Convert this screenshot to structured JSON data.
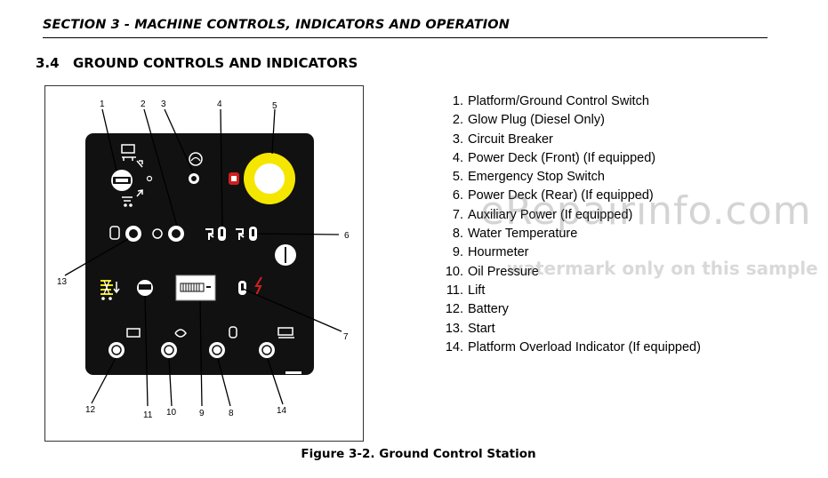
{
  "header": {
    "section": "SECTION 3 - MACHINE CONTROLS, INDICATORS AND OPERATION"
  },
  "section": {
    "number": "3.4",
    "title": "GROUND CONTROLS AND INDICATORS"
  },
  "legend": [
    {
      "num": "1.",
      "label": "Platform/Ground Control Switch"
    },
    {
      "num": "2.",
      "label": "Glow Plug (Diesel Only)"
    },
    {
      "num": "3.",
      "label": "Circuit Breaker"
    },
    {
      "num": "4.",
      "label": "Power Deck (Front) (If equipped)"
    },
    {
      "num": "5.",
      "label": "Emergency Stop Switch"
    },
    {
      "num": "6.",
      "label": "Power Deck (Rear) (If equipped)"
    },
    {
      "num": "7.",
      "label": "Auxiliary Power (If equipped)"
    },
    {
      "num": "8.",
      "label": "Water Temperature"
    },
    {
      "num": "9.",
      "label": "Hourmeter"
    },
    {
      "num": "10.",
      "label": "Oil Pressure"
    },
    {
      "num": "11.",
      "label": "Lift"
    },
    {
      "num": "12.",
      "label": "Battery"
    },
    {
      "num": "13.",
      "label": "Start"
    },
    {
      "num": "14.",
      "label": "Platform Overload Indicator (If equipped)"
    }
  ],
  "callouts": [
    "1",
    "2",
    "3",
    "4",
    "5",
    "6",
    "7",
    "8",
    "9",
    "10",
    "11",
    "12",
    "13",
    "14"
  ],
  "figure_caption": "Figure 3-2. Ground Control Station",
  "watermark": {
    "main": "eRepairinfo.com",
    "sub": "watermark only on this sample"
  },
  "colors": {
    "panel": "#111111",
    "estop": "#f5e600",
    "alert": "#d11f1f"
  }
}
